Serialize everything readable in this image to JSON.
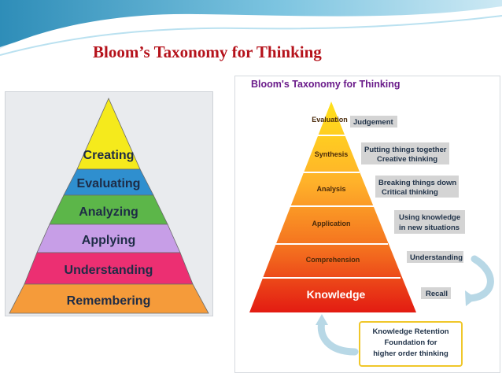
{
  "title": "Bloom’s Taxonomy for Thinking",
  "left_pyramid": {
    "levels": [
      {
        "label": "Creating",
        "color": "#f5ea1c"
      },
      {
        "label": "Evaluating",
        "color": "#2f8fcf"
      },
      {
        "label": "Analyzing",
        "color": "#5cb649"
      },
      {
        "label": "Applying",
        "color": "#c79ee7"
      },
      {
        "label": "Understanding",
        "color": "#ec2f72"
      },
      {
        "label": "Remembering",
        "color": "#f59b3a"
      }
    ]
  },
  "right_pyramid": {
    "title": "Bloom's Taxonomy for Thinking",
    "levels": [
      {
        "label": "Evaluation",
        "note": [
          "Judgement"
        ]
      },
      {
        "label": "Synthesis",
        "note": [
          "Putting things together",
          "Creative thinking"
        ]
      },
      {
        "label": "Analysis",
        "note": [
          "Breaking things down",
          "Critical thinking"
        ]
      },
      {
        "label": "Application",
        "note": [
          "Using knowledge",
          "in new situations"
        ]
      },
      {
        "label": "Comprehension",
        "note": [
          "Understanding"
        ]
      },
      {
        "label": "Knowledge",
        "note": [
          "Recall"
        ]
      }
    ],
    "retention": [
      "Knowledge Retention",
      "Foundation for",
      "higher order thinking"
    ]
  },
  "colors": {
    "title": "#b5121b",
    "right_title": "#6a1b8a",
    "knowledge": "#e31b12",
    "top": "#ffe11a",
    "annotation_box": "#d4d4d4",
    "retention_border": "#f0c72a"
  }
}
